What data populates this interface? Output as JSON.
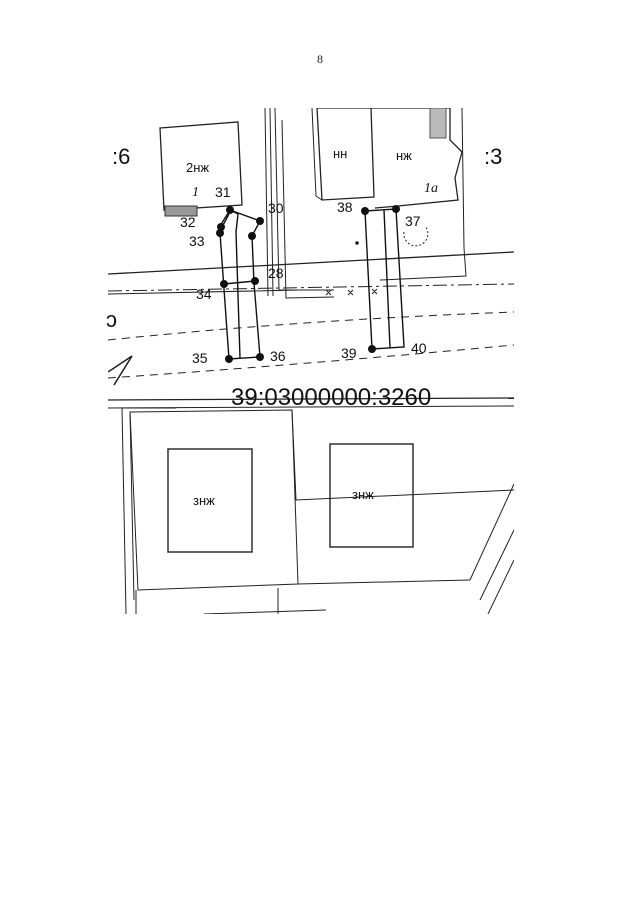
{
  "page": {
    "number": "8"
  },
  "map": {
    "side_labels": {
      "left": ":6",
      "right": ":3"
    },
    "cadastral_number": "39:03000000:3260",
    "buildings": {
      "top_left": "2нж",
      "top_mid": "нн",
      "top_right": "нж",
      "bottom_left": "знж",
      "bottom_right": "знж"
    },
    "parcel_labels": {
      "left": "1",
      "right": "1а"
    },
    "edge_fragment": "ɔ",
    "points": {
      "p28": "28",
      "p30": "30",
      "p31": "31",
      "p32": "32",
      "p33": "33",
      "p34": "34",
      "p35": "35",
      "p36": "36",
      "p37": "37",
      "p38": "38",
      "p39": "39",
      "p40": "40"
    }
  }
}
